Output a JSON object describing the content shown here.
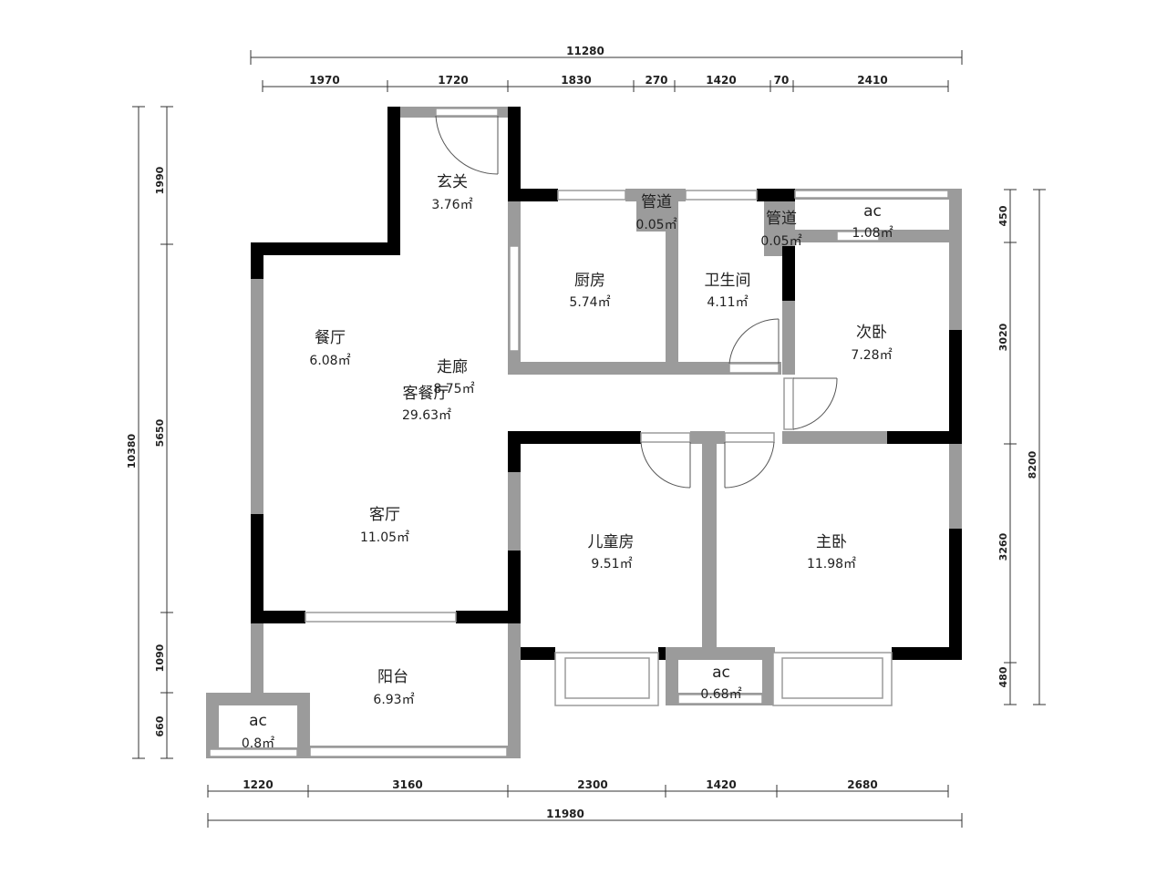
{
  "plan": {
    "total_dims": {
      "top": "11280",
      "bottom": "11980",
      "left": "10380",
      "right": "8200"
    },
    "top_dims": [
      "1970",
      "1720",
      "1830",
      "270",
      "1420",
      "70",
      "2410"
    ],
    "bottom_dims": [
      "1220",
      "3160",
      "2300",
      "1420",
      "2680"
    ],
    "left_dims": [
      "1990",
      "5650",
      "1090",
      "660"
    ],
    "right_dims": [
      "450",
      "3020",
      "3260",
      "480"
    ],
    "rooms": [
      {
        "name": "玄关",
        "area": "3.76㎡"
      },
      {
        "name": "管道",
        "area": "0.05㎡"
      },
      {
        "name": "管道",
        "area": "0.05㎡"
      },
      {
        "name": "ac",
        "area": "1.08㎡"
      },
      {
        "name": "厨房",
        "area": "5.74㎡"
      },
      {
        "name": "卫生间",
        "area": "4.11㎡"
      },
      {
        "name": "次卧",
        "area": "7.28㎡"
      },
      {
        "name": "餐厅",
        "area": "6.08㎡"
      },
      {
        "name": "走廊",
        "area": "8.75㎡"
      },
      {
        "name": "客餐厅",
        "area": "29.63㎡"
      },
      {
        "name": "客厅",
        "area": "11.05㎡"
      },
      {
        "name": "儿童房",
        "area": "9.51㎡"
      },
      {
        "name": "主卧",
        "area": "11.98㎡"
      },
      {
        "name": "阳台",
        "area": "6.93㎡"
      },
      {
        "name": "ac",
        "area": "0.68㎡"
      },
      {
        "name": "ac",
        "area": "0.8㎡"
      }
    ]
  }
}
